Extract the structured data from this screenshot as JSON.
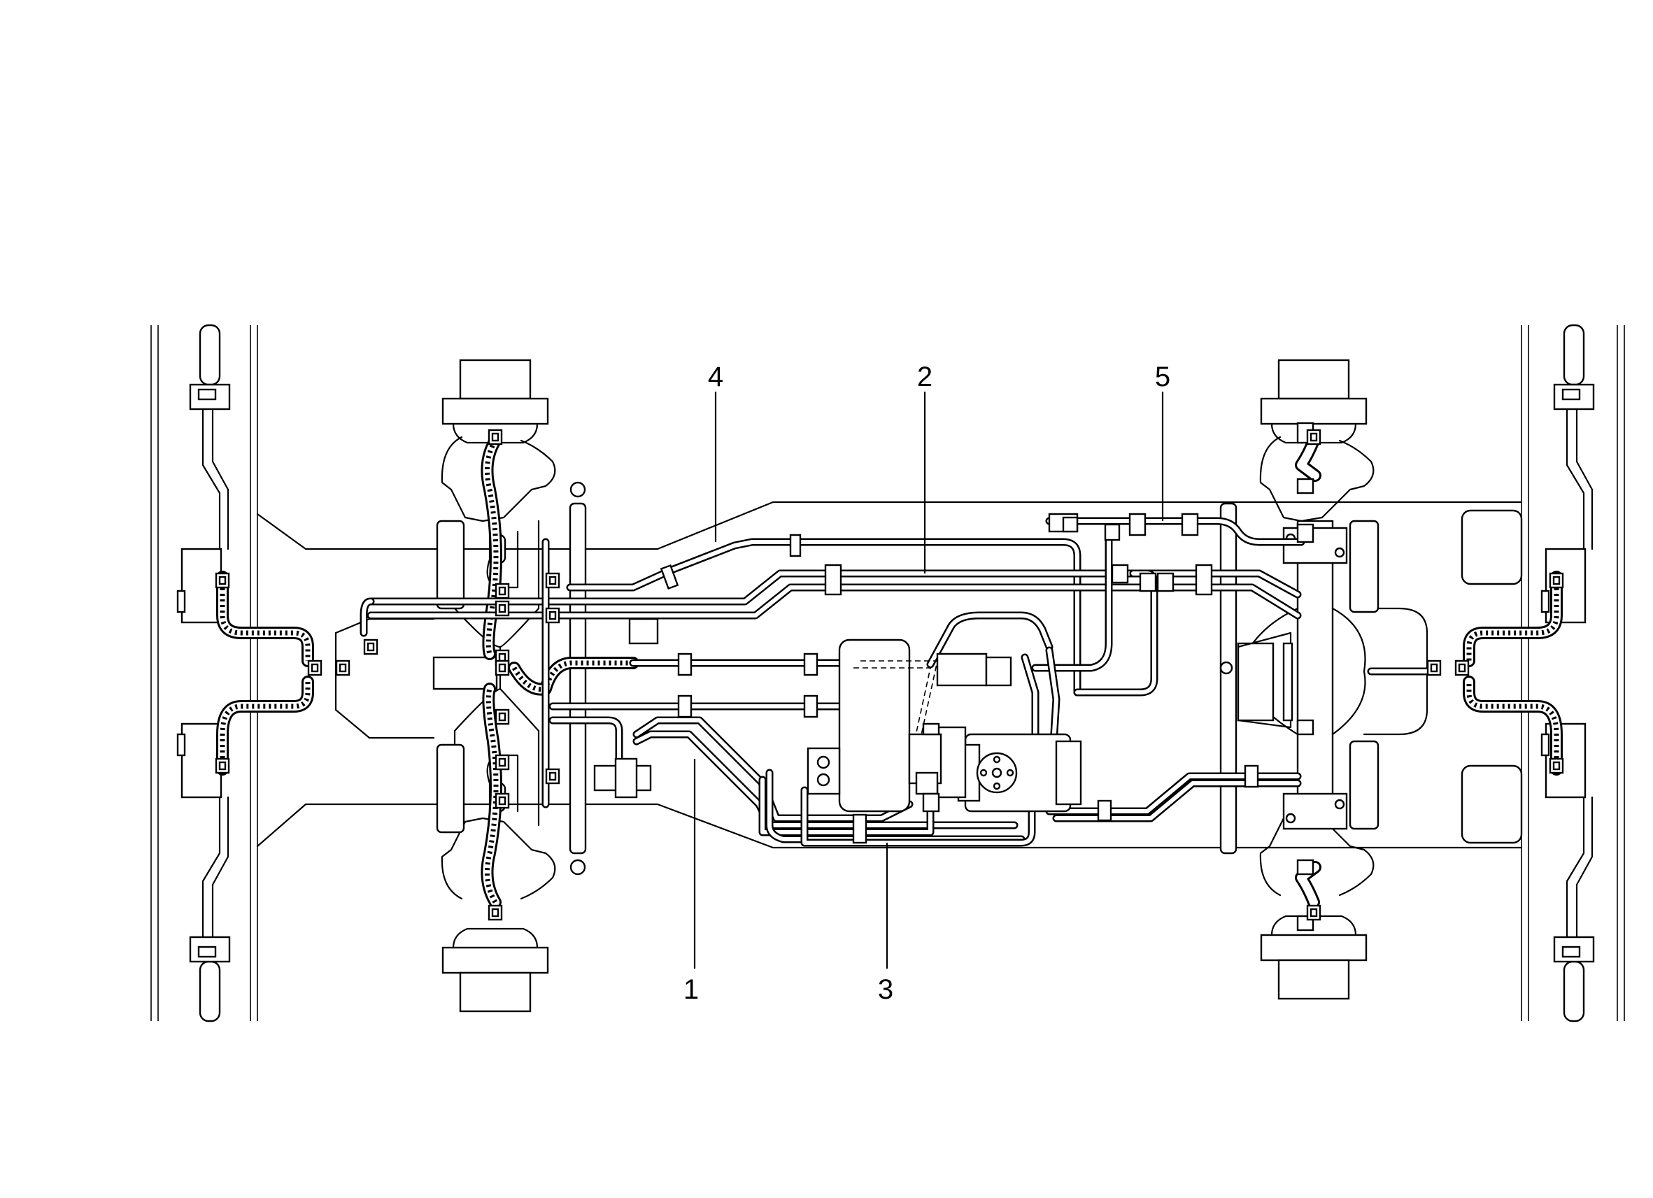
{
  "diagram": {
    "callouts": [
      {
        "id": "callout-4",
        "label": "4"
      },
      {
        "id": "callout-2",
        "label": "2"
      },
      {
        "id": "callout-5",
        "label": "5"
      },
      {
        "id": "callout-1",
        "label": "1"
      },
      {
        "id": "callout-3",
        "label": "3"
      }
    ]
  }
}
